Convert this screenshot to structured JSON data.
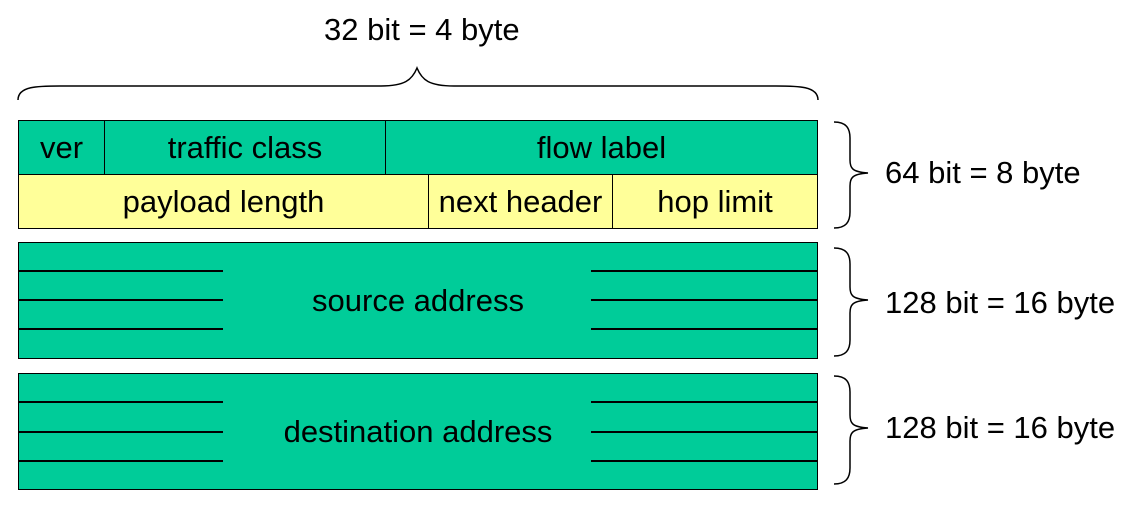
{
  "top_width_label": "32 bit = 4 byte",
  "header_row1": {
    "ver": "ver",
    "traffic_class": "traffic class",
    "flow_label": "flow label"
  },
  "header_row2": {
    "payload_length": "payload length",
    "next_header": "next header",
    "hop_limit": "hop limit"
  },
  "source_address": "source address",
  "destination_address": "destination address",
  "right_labels": {
    "fixed_header": "64 bit = 8 byte",
    "source": "128 bit = 16 byte",
    "destination": "128 bit = 16 byte"
  },
  "colors": {
    "green": "#00cc99",
    "yellow": "#ffff99"
  }
}
